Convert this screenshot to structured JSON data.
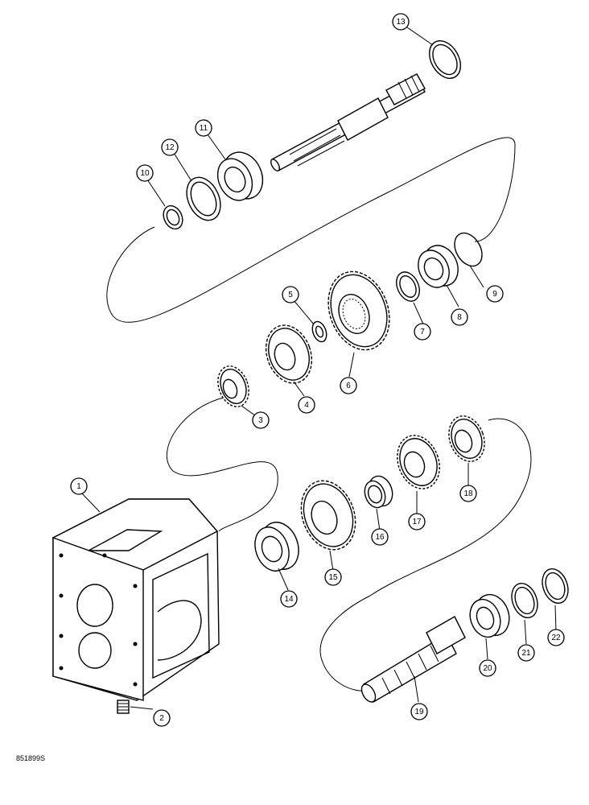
{
  "diagram": {
    "figure_id": "851899S",
    "callouts": [
      "1",
      "2",
      "3",
      "4",
      "5",
      "6",
      "7",
      "8",
      "9",
      "10",
      "11",
      "12",
      "13",
      "14",
      "15",
      "16",
      "17",
      "18",
      "19",
      "20",
      "21",
      "22"
    ]
  }
}
